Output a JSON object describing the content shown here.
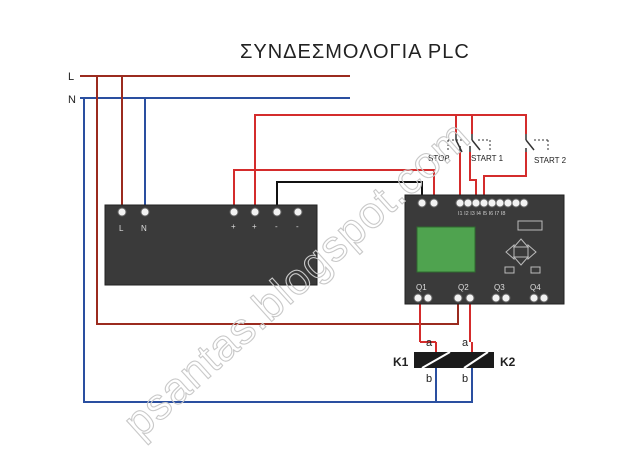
{
  "diagram": {
    "title": "ΣΥΝΔΕΣΜΟΛΟΓΙΑ   PLC",
    "lines": {
      "L": "L",
      "N": "N"
    },
    "power_supply": {
      "terminals_left": [
        "L",
        "N"
      ],
      "terminals_right": [
        "+",
        "+",
        "-",
        "-"
      ]
    },
    "switches": {
      "stop": "STOP",
      "start1": "START 1",
      "start2": "START 2"
    },
    "plc": {
      "input_labels": "I1 I2 I3 I4 I5 I6 I7 I8",
      "outputs": [
        "Q1",
        "Q2",
        "Q3",
        "Q4"
      ]
    },
    "coils": [
      {
        "name": "K1",
        "a": "a",
        "b": "b"
      },
      {
        "name": "K2",
        "a": "a",
        "b": "b"
      }
    ],
    "watermark": "psantas.blogspot.com",
    "colors": {
      "live": "#9b2b1f",
      "neutral": "#2a4fa0",
      "signal": "#d42c2c",
      "wire_black": "#111111",
      "housing": "#3a3a3a",
      "display": "#4fa34f"
    }
  }
}
